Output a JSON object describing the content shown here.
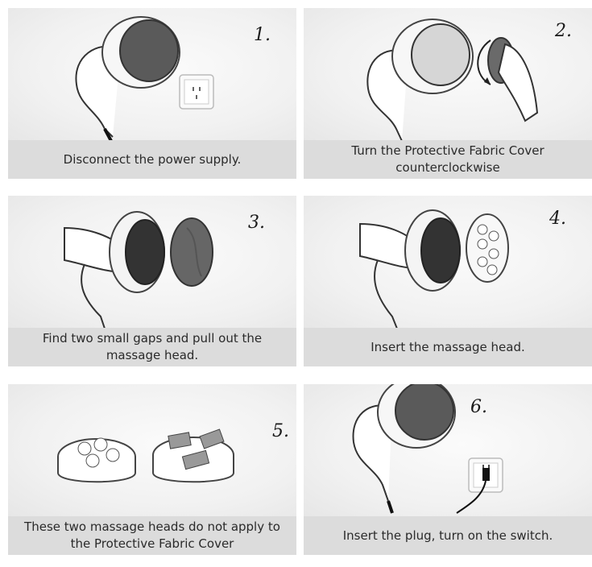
{
  "steps": [
    {
      "number": "1.",
      "caption": "Disconnect the power supply."
    },
    {
      "number": "2.",
      "caption": "Turn the Protective Fabric Cover counterclockwise"
    },
    {
      "number": "3.",
      "caption": "Find two small gaps and pull out the massage head."
    },
    {
      "number": "4.",
      "caption": "Insert the massage head."
    },
    {
      "number": "5.",
      "caption": "These two massage heads do not apply to the Protective Fabric Cover"
    },
    {
      "number": "6.",
      "caption": "Insert the plug, turn on the switch."
    }
  ],
  "colors": {
    "caption_bg": "#dcdcdc",
    "fabric_cover": "#555555",
    "text": "#2a2a2a"
  },
  "icons": [
    "massager-illustration",
    "wall-socket-icon",
    "hand-illustration",
    "rotate-arrow-icon",
    "massage-head-illustration",
    "power-plug-icon"
  ]
}
